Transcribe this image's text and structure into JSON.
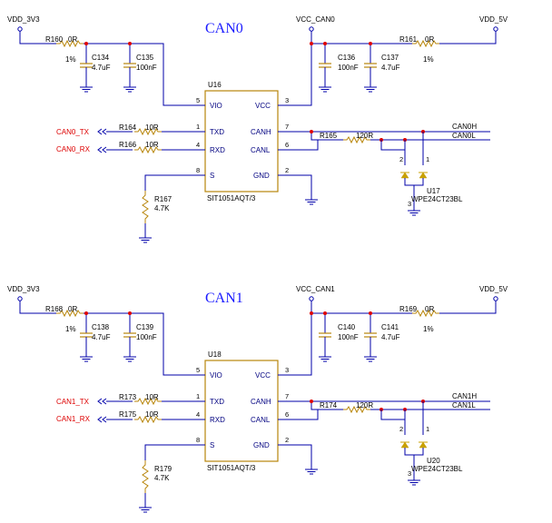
{
  "blocks": [
    {
      "title": "CAN0",
      "ic_ref": "U16",
      "ic_part": "SIT1051AQT/3",
      "vdd_in": "VDD_3V3",
      "vcc_can": "VCC_CAN0",
      "vdd_5v": "VDD_5V",
      "r_in": "R160",
      "r_in_val": "0R",
      "r_in_tol": "1%",
      "c1": "C134",
      "c1_val": "4.7uF",
      "c2": "C135",
      "c2_val": "100nF",
      "c3": "C136",
      "c3_val": "100nF",
      "c4": "C137",
      "c4_val": "4.7uF",
      "r_out": "R161",
      "r_out_val": "0R",
      "r_out_tol": "1%",
      "tx_net": "CAN0_TX",
      "rx_net": "CAN0_RX",
      "r_tx": "R164",
      "r_tx_val": "10R",
      "r_rx": "R166",
      "r_rx_val": "10R",
      "r_term": "R165",
      "r_term_val": "120R",
      "r_s": "R167",
      "r_s_val": "4.7K",
      "canh_net": "CAN0H",
      "canl_net": "CAN0L",
      "tvs_ref": "U17",
      "tvs_part": "WPE24CT23BL"
    },
    {
      "title": "CAN1",
      "ic_ref": "U18",
      "ic_part": "SIT1051AQT/3",
      "vdd_in": "VDD_3V3",
      "vcc_can": "VCC_CAN1",
      "vdd_5v": "VDD_5V",
      "r_in": "R168",
      "r_in_val": "0R",
      "r_in_tol": "1%",
      "c1": "C138",
      "c1_val": "4.7uF",
      "c2": "C139",
      "c2_val": "100nF",
      "c3": "C140",
      "c3_val": "100nF",
      "c4": "C141",
      "c4_val": "4.7uF",
      "r_out": "R169",
      "r_out_val": "0R",
      "r_out_tol": "1%",
      "tx_net": "CAN1_TX",
      "rx_net": "CAN1_RX",
      "r_tx": "R173",
      "r_tx_val": "10R",
      "r_rx": "R175",
      "r_rx_val": "10R",
      "r_term": "R174",
      "r_term_val": "120R",
      "r_s": "R179",
      "r_s_val": "4.7K",
      "canh_net": "CAN1H",
      "canl_net": "CAN1L",
      "tvs_ref": "U20",
      "tvs_part": "WPE24CT23BL"
    }
  ],
  "pins": {
    "vio": "VIO",
    "txd": "TXD",
    "rxd": "RXD",
    "s": "S",
    "vcc": "VCC",
    "canh": "CANH",
    "canl": "CANL",
    "gnd": "GND",
    "n_vio": "5",
    "n_txd": "1",
    "n_rxd": "4",
    "n_s": "8",
    "n_vcc": "3",
    "n_canh": "7",
    "n_canl": "6",
    "n_gnd": "2",
    "tvs_n1": "1",
    "tvs_n2": "2",
    "tvs_n3": "3"
  },
  "colors": {
    "wire": "#0000aa",
    "component": "#b8860b",
    "junction": "#dd0000",
    "title": "#1a1aff",
    "net_label": "#dd0000"
  }
}
